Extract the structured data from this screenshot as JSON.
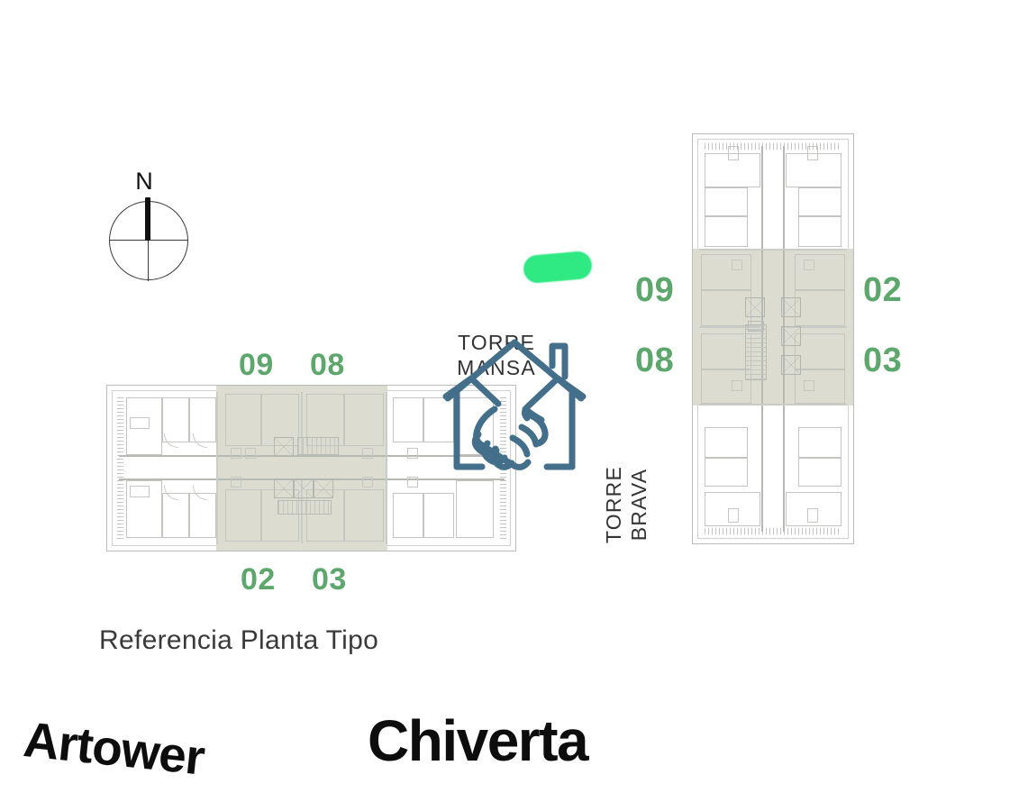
{
  "page": {
    "background_color": "#ffffff",
    "accent_green": "#5da76d",
    "highlight_green": "#2fe983",
    "icon_blue": "#436f8b",
    "plan_highlight_fill": "#dcdcd1"
  },
  "compass": {
    "north_label": "N",
    "icon_name": "compass-rose"
  },
  "left_plan": {
    "tower_label": "TORRE MANSA",
    "top_units": [
      "09",
      "08"
    ],
    "bottom_units": [
      "02",
      "03"
    ],
    "orientation": "horizontal"
  },
  "right_plan": {
    "tower_label_line1": "TORRE",
    "tower_label_line2": "BRAVA",
    "tower_label": "TORRE BRAVA",
    "left_units": [
      "09",
      "08"
    ],
    "right_units": [
      "02",
      "03"
    ],
    "orientation": "vertical"
  },
  "caption": {
    "reference": "Referencia Planta Tipo"
  },
  "logos": {
    "artower": "Artower",
    "chiverta": "Chiverta"
  },
  "icons": {
    "handshake_house": "handshake-house-icon",
    "green_pill": "green-pill-marker"
  }
}
